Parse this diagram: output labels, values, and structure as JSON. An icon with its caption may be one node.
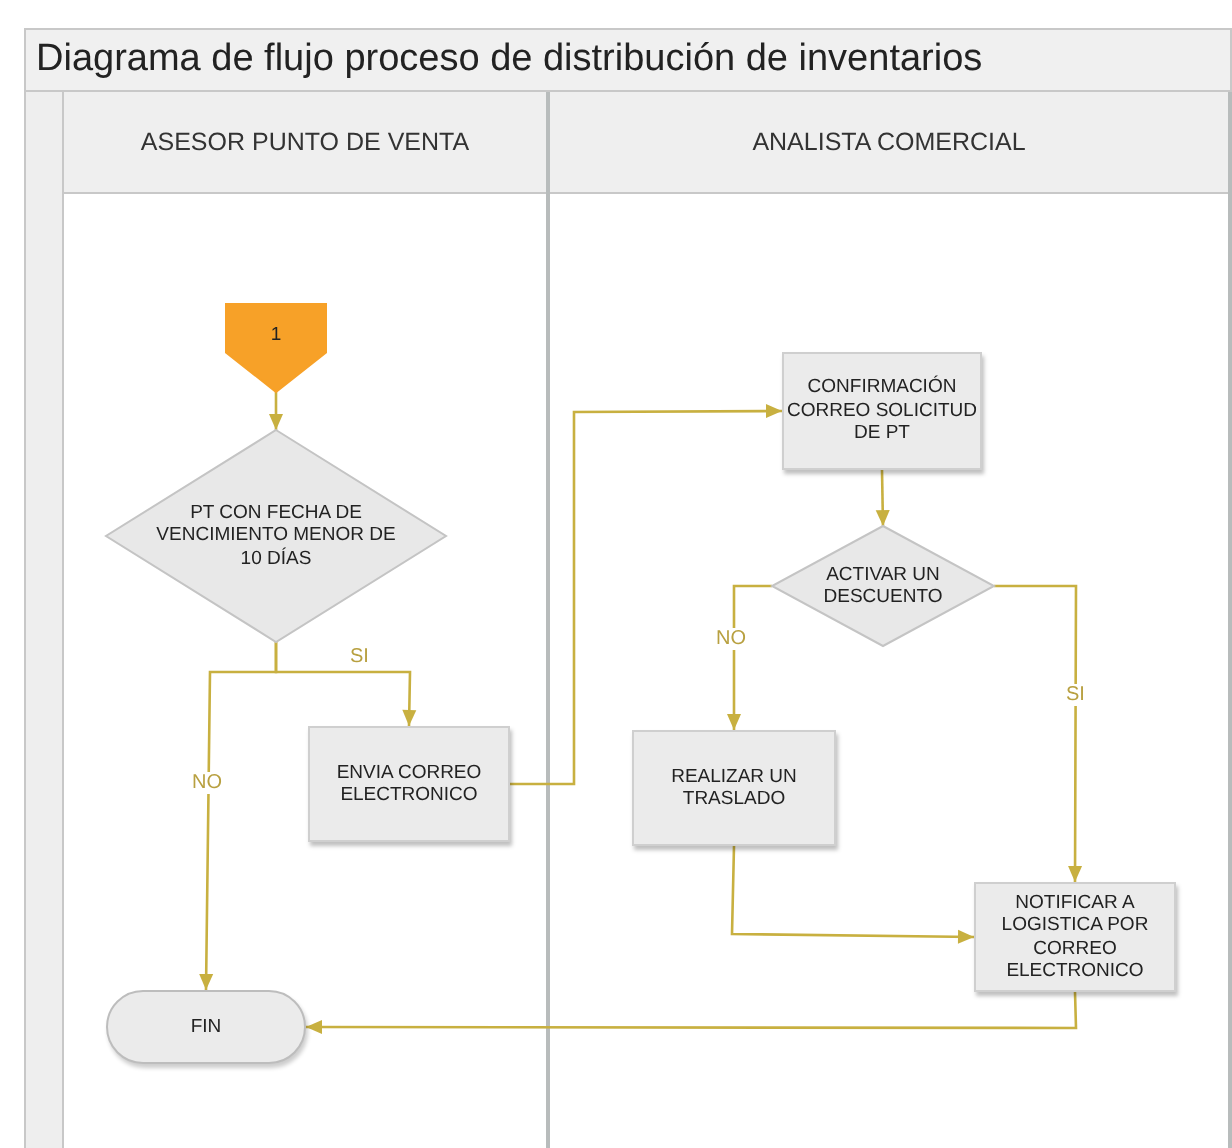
{
  "diagram": {
    "title": "Diagrama de flujo proceso de distribución de inventarios",
    "nodes": [
      {
        "text": [
          "ASESOR PUNTO DE VENTA"
        ]
      },
      {
        "text": [
          "ANALISTA COMERCIAL"
        ]
      },
      {
        "text": [
          "1"
        ],
        "in": 0
      },
      {
        "text": [
          "PT CON FECHA DE VENCIMIENTO MENOR DE 10 DÍAS"
        ],
        "in": 0
      },
      {
        "text": [
          "ENVIA CORREO ELECTRONICO"
        ],
        "in": 0
      },
      {
        "text": [
          "FIN"
        ],
        "in": 0
      },
      {
        "text": [
          "CONFIRMACIÓN CORREO SOLICITUD DE PT"
        ],
        "in": 1
      },
      {
        "text": [
          "ACTIVAR UN DESCUENTO"
        ],
        "in": 1
      },
      {
        "text": [
          "REALIZAR UN TRASLADO"
        ],
        "in": 1
      },
      {
        "text": [
          "NOTIFICAR A LOGISTICA POR CORREO ELECTRONICO"
        ],
        "in": 1
      }
    ],
    "edges": [
      {
        "from": 2,
        "to": 3,
        "arrow": "to"
      },
      {
        "from": 3,
        "to": 4,
        "arrow": "to",
        "label": "SI"
      },
      {
        "from": 3,
        "to": 5,
        "arrow": "to",
        "label": "NO"
      },
      {
        "from": 4,
        "to": 6,
        "arrow": "to"
      },
      {
        "from": 6,
        "to": 7,
        "arrow": "to"
      },
      {
        "from": 7,
        "to": 8,
        "arrow": "to",
        "label": "NO"
      },
      {
        "from": 7,
        "to": 9,
        "arrow": "to",
        "label": "SI"
      },
      {
        "from": 8,
        "to": 9,
        "arrow": "to"
      },
      {
        "from": 9,
        "to": 5,
        "arrow": "to"
      }
    ]
  }
}
